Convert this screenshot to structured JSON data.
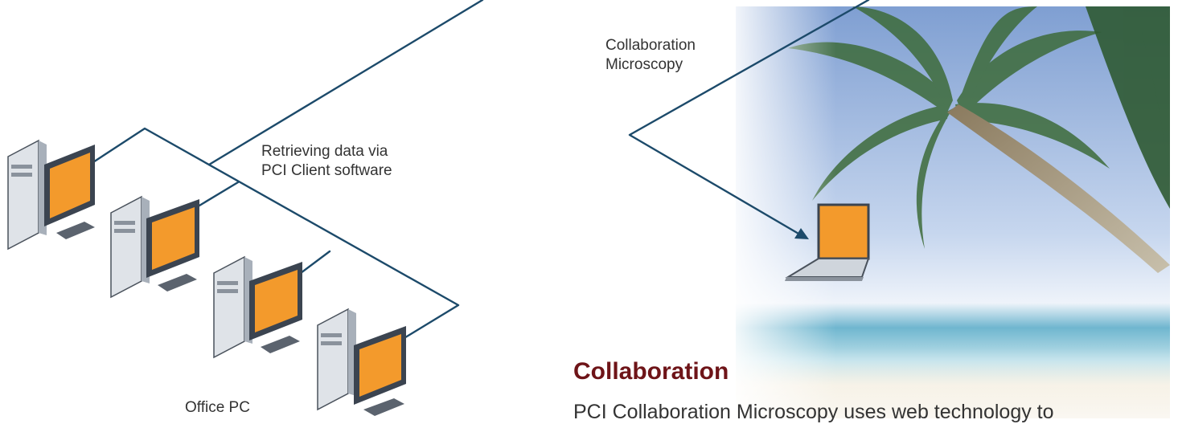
{
  "labels": {
    "collaboration_microscopy": "Collaboration\nMicroscopy",
    "retrieving_data": "Retrieving data via\nPCI Client software",
    "office_pc": "Office PC"
  },
  "section": {
    "heading": "Collaboration",
    "body": "PCI Collaboration Microscopy uses web technology to"
  },
  "colors": {
    "connector_line": "#1c4a6a",
    "screen": "#f39a2c",
    "heading": "#6e1418",
    "tower": "#dfe3e8"
  }
}
